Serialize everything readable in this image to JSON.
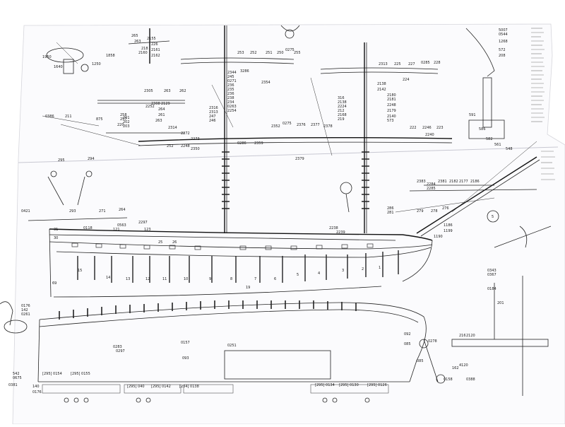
{
  "sheet": {
    "background": "#ffffff",
    "paper": "#fbfbfd",
    "ink": "#1a1a1a"
  },
  "labels": {
    "top_left": [
      "1950",
      "1858",
      "1640",
      "1250"
    ],
    "upper_mast_left": [
      "265",
      "263",
      "218",
      "2160",
      "2155",
      "226",
      "2161",
      "2162"
    ],
    "upper_mast_center": [
      "253",
      "252",
      "251",
      "250",
      "0275",
      "255",
      "2354",
      "3286"
    ],
    "upper_mast_right": [
      "2313",
      "225",
      "227",
      "0285",
      "228",
      "224"
    ],
    "upper_far_right": [
      "5007",
      "0544",
      "1268",
      "572",
      "208"
    ],
    "mid_left_yard": [
      "2305",
      "263",
      "262",
      "2308",
      "2129",
      "2252",
      "264",
      "261",
      "263",
      "258",
      "257",
      "220"
    ],
    "mid_center_cluster": [
      "2344",
      "245",
      "0271",
      "236",
      "235",
      "236",
      "238",
      "234",
      "0263",
      "2254"
    ],
    "mid_center_left": [
      "2316",
      "2313",
      "247",
      "246"
    ],
    "mid_right_cluster": [
      "316",
      "2138",
      "2224",
      "212",
      "2168",
      "219",
      "2138",
      "2142",
      "2180",
      "2181",
      "2248",
      "2179",
      "2140",
      "573"
    ],
    "lower_yard_left": [
      "2314",
      "252",
      "2248",
      "2350",
      "2272",
      "2273"
    ],
    "lower_yard_center": [
      "0286",
      "2359",
      "2352",
      "0275",
      "2376",
      "2377",
      "2378",
      "2379"
    ],
    "lower_yard_right": [
      "222",
      "2246",
      "223",
      "2240"
    ],
    "left_side": [
      "0386",
      "211",
      "875",
      "201",
      "202",
      "203",
      "295",
      "294",
      "0421",
      "293",
      "271",
      "264"
    ],
    "hull_upper": [
      "2297",
      "0563",
      "123",
      "121",
      "25",
      "26",
      "31",
      "30",
      "0118",
      "2238",
      "2239"
    ],
    "bowsprit_area": [
      "2383",
      "2381",
      "2182",
      "2177",
      "2186",
      "286",
      "281",
      "279",
      "278",
      "276",
      "1186",
      "1199",
      "1190"
    ],
    "hull_lower": [
      "15",
      "14",
      "13",
      "12",
      "11",
      "10",
      "9",
      "8",
      "7",
      "6",
      "5",
      "4",
      "3",
      "2",
      "1",
      "69",
      "19"
    ],
    "hull_bottom_left": [
      "0176",
      "142",
      "0261"
    ],
    "keel_area": [
      "0157",
      "0251",
      "0283",
      "0297",
      "093"
    ],
    "bottom_row": [
      "542",
      "0675",
      "0381",
      "[295] 0154",
      "[295] 0155",
      "[295] 040",
      "[295] 0142",
      "[234] 0138",
      "[295] 0134",
      "[295] 0130",
      "[295] 0126",
      "140",
      "0176"
    ],
    "bottom_right": [
      "092",
      "085",
      "0278",
      "085",
      "216",
      "2120",
      "4120",
      "162",
      "0158",
      "0388",
      "0343",
      "0367",
      "0184",
      "201"
    ],
    "detail_marker": [
      "5"
    ],
    "upper_right_small": [
      "591",
      "586",
      "582",
      "561",
      "548",
      "2284",
      "2285"
    ]
  }
}
